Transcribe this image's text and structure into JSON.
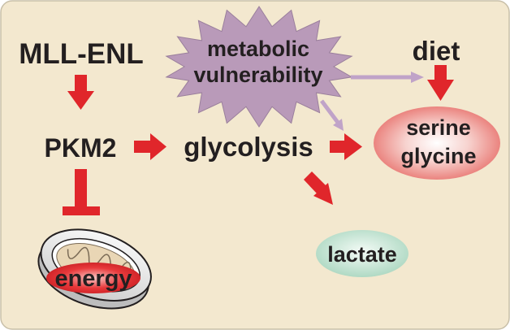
{
  "nodes": {
    "mll_enl": "MLL-ENL",
    "pkm2": "PKM2",
    "glycolysis": "glycolysis",
    "metabolic_line1": "metabolic",
    "metabolic_line2": "vulnerability",
    "diet": "diet",
    "serine": "serine",
    "glycine": "glycine",
    "lactate": "lactate",
    "energy": "energy"
  },
  "colors": {
    "background": "#f3e8cf",
    "border": "#c8bfa8",
    "arrow_red": "#e0262b",
    "starburst": "#b99ab9",
    "arrow_lavender": "#c0a3c8",
    "serine_oval": "#ee8a85",
    "lactate_oval": "#bfe0cf",
    "mitochondrion_outer": "#e6e6e6",
    "energy_oval": "#e0262b"
  }
}
